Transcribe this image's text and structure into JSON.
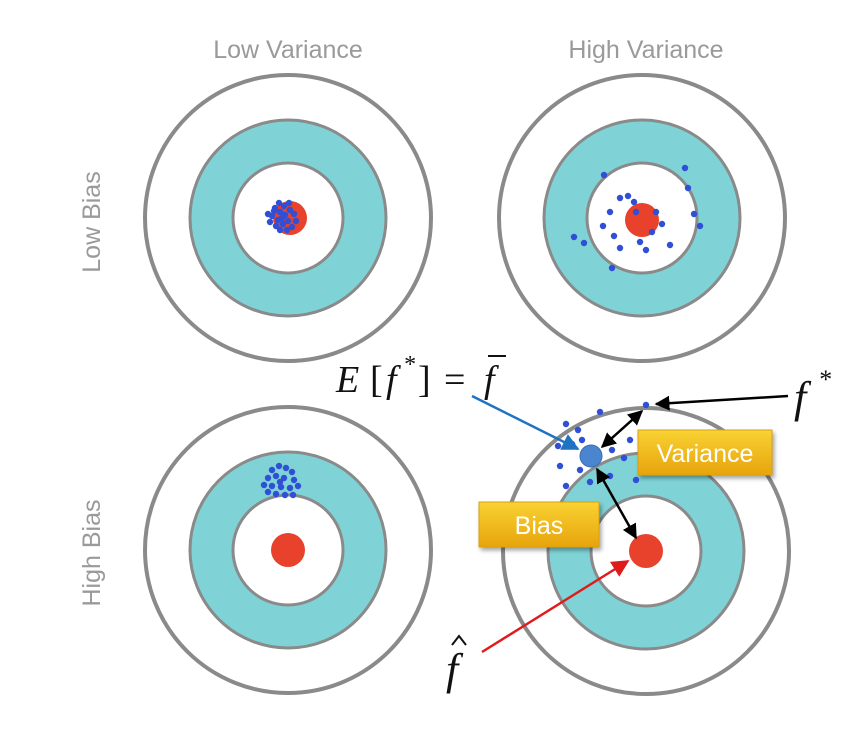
{
  "labels": {
    "col_low_variance": "Low Variance",
    "col_high_variance": "High Variance",
    "row_low_bias": "Low Bias",
    "row_high_bias": "High Bias"
  },
  "annotations": {
    "expected_value": {
      "E": "E",
      "lbracket": "[",
      "f": "f",
      "star": "*",
      "rbracket": "]",
      "equals": "=",
      "fbar": "f"
    },
    "f_star": {
      "f": "f",
      "star": "*"
    },
    "f_hat": {
      "f": "f"
    },
    "variance_label": "Variance",
    "bias_label": "Bias"
  },
  "colors": {
    "ring_fill": "#7fd3d6",
    "ring_stroke": "#8a8a8a",
    "bullseye": "#e8412c",
    "dots": "#2f4fd6",
    "mean_point": "#4a86d0",
    "arrow_blue": "#1f73c2",
    "arrow_red": "#e01b1b",
    "arrow_black": "#000000",
    "callout_top": "#f9cf2a",
    "callout_bottom": "#e8a50c"
  }
}
